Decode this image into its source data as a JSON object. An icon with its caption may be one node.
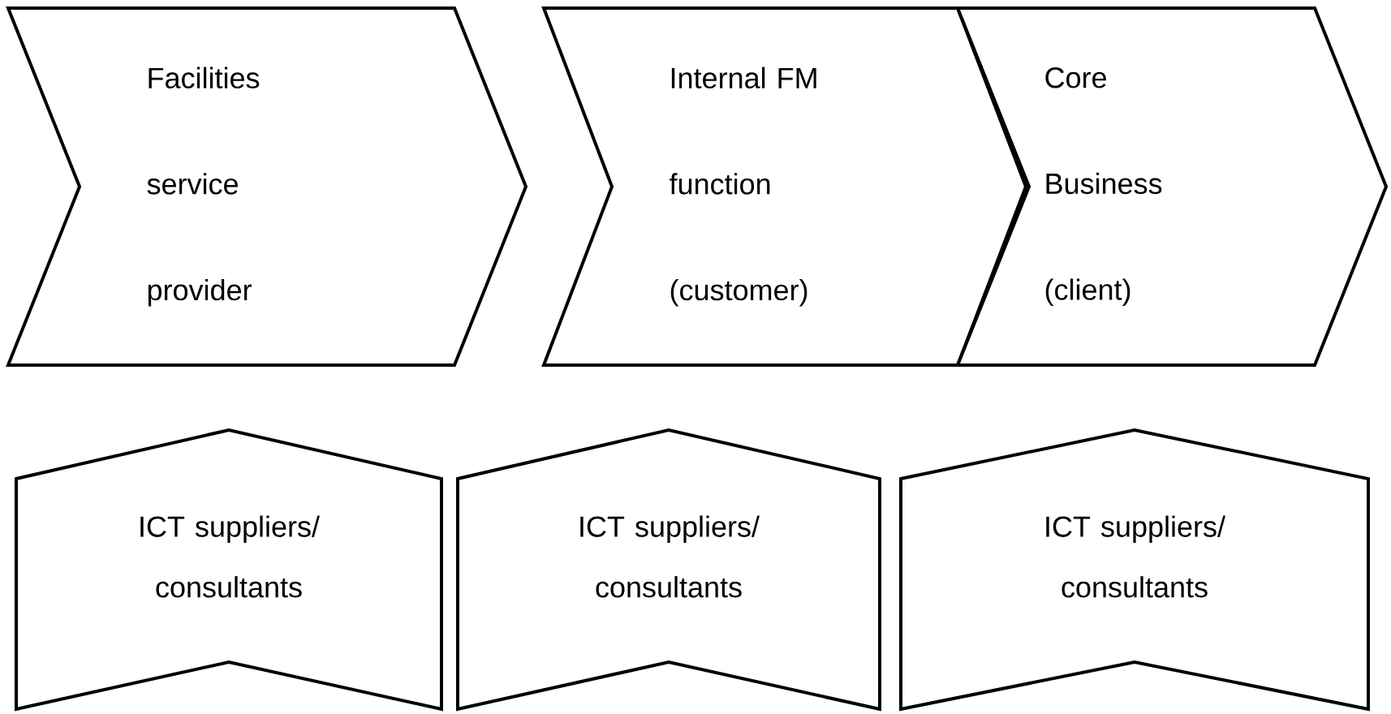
{
  "diagram": {
    "nodes": [
      {
        "text": [
          "Facilities service provider"
        ]
      },
      {
        "text": [
          "Internal FM function (customer)"
        ]
      },
      {
        "text": [
          "Core Business (client)"
        ]
      },
      {
        "text": [
          "ICT suppliers/ consultants"
        ]
      },
      {
        "text": [
          "ICT suppliers/ consultants"
        ]
      },
      {
        "text": [
          "ICT suppliers/ consultants"
        ]
      }
    ]
  }
}
